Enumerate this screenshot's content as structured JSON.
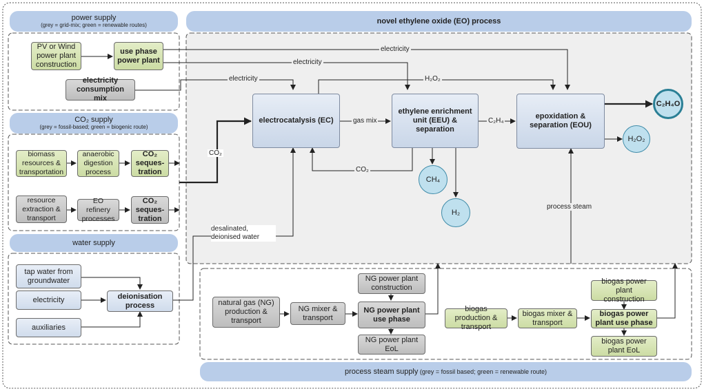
{
  "headers": {
    "power": {
      "title": "power supply",
      "sub": "(grey = grid-mix; green = renewable routes)"
    },
    "co2": {
      "title": "CO₂ supply",
      "sub": "(grey = fossil-based; green = biogenic route)"
    },
    "water": {
      "title": "water supply"
    },
    "eo": {
      "title": "novel ethylene oxide (EO) process"
    },
    "steam": {
      "title": "process steam supply",
      "sub": " (grey = fossil based; green = renewable route)"
    }
  },
  "nodes": {
    "pv_wind": "PV  or  Wind power plant construction",
    "use_phase_pp": "use phase power plant",
    "elec_mix": "electricity consumption mix",
    "biomass": "biomass resources & transportation",
    "anaerobic": "anaerobic digestion process",
    "co2_seq_bio": "CO₂ seques-tration",
    "resource": "resource extraction & transport",
    "eo_refinery": "EO refinery processes",
    "co2_seq_fossil": "CO₂ seques-tration",
    "tap_water": "tap water from groundwater",
    "electricity_w": "electricity",
    "auxiliaries": "auxiliaries",
    "deionisation": "deionisation process",
    "ec": "electrocatalysis (EC)",
    "eeu": "ethylene enrichment unit (EEU) & separation",
    "eou": "epoxidation & separation (EOU)",
    "ng_prod": "natural gas (NG) production & transport",
    "ng_mixer": "NG mixer & transport",
    "ng_constr": "NG power plant construction",
    "ng_use": "NG power plant use phase",
    "ng_eol": "NG power plant EoL",
    "biogas_prod": "biogas production & transport",
    "biogas_mixer": "biogas mixer & transport",
    "biogas_constr": "biogas power plant construction",
    "biogas_use": "biogas power plant use phase",
    "biogas_eol": "biogas power plant EoL"
  },
  "outputs": {
    "c2h4o": "C₂H₄O",
    "h2o2": "H₂O₂",
    "ch4": "CH₄",
    "h2": "H₂"
  },
  "labels": {
    "electricity1": "electricity",
    "electricity2": "electricity",
    "electricity3": "electricity",
    "h2o2_flow": "H₂O₂",
    "gas_mix": "gas mix",
    "c2h4_flow": "C₂H₄",
    "co2_recycle": "CO₂",
    "co2_in": "CO₂",
    "water_in": "desalinated, deionised water",
    "process_steam": "process steam"
  }
}
